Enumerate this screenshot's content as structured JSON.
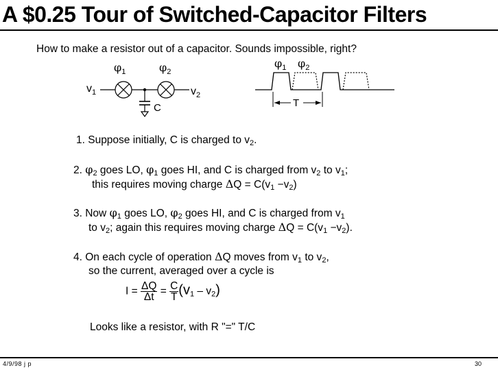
{
  "title": "A $0.25 Tour of Switched-Capacitor Filters",
  "intro": "How to make a resistor out of a capacitor.  Sounds impossible, right?",
  "circuit": {
    "phi_symbol": "φ",
    "phi1_sub": "1",
    "phi2_sub": "2",
    "v1_label": "v",
    "v1_sub": "1",
    "v2_label": "v",
    "v2_sub": "2",
    "cap_label": "C"
  },
  "timing": {
    "phi_symbol": "φ",
    "phi1_sub": "1",
    "phi2_sub": "2",
    "period_label": "T"
  },
  "steps": {
    "s1": {
      "a": "1.  Suppose initially, C is charged to v",
      "b": "2",
      "c": "."
    },
    "s2": {
      "l1": [
        "2.  ",
        "φ",
        "2",
        " goes LO, ",
        "φ",
        "1",
        " goes HI, and C is charged from v",
        "2",
        " to v",
        "1",
        ";"
      ],
      "l2": [
        "this requires moving charge ",
        "Δ",
        "Q = C(v",
        "1",
        " −v",
        "2",
        ")"
      ]
    },
    "s3": {
      "l1": [
        "3.  Now ",
        "φ",
        "1",
        " goes LO, ",
        "φ",
        "2",
        " goes HI, and C is charged from v",
        "1"
      ],
      "l2": [
        "to v",
        "2",
        "; again this requires moving charge ",
        "Δ",
        "Q = C(v",
        "1",
        " −v",
        "2",
        ")."
      ]
    },
    "s4": {
      "l1": [
        "4.  On each cycle of operation ",
        "Δ",
        "Q moves from v",
        "1",
        " to v",
        "2",
        ","
      ],
      "l2": "so the current, averaged over a cycle is"
    }
  },
  "equation": {
    "lhs": "I =",
    "frac1_num": "ΔQ",
    "frac1_den": "Δt",
    "eq2": "=",
    "frac2_num": "C",
    "frac2_den": "T",
    "rhs_open": "(v",
    "rhs_sub1": "1",
    "rhs_mid": " – v",
    "rhs_sub2": "2",
    "rhs_close": ")"
  },
  "conclusion": "Looks like a resistor, with R \"=\" T/C",
  "footer": {
    "left": "4/9/98 j p",
    "right": "30"
  }
}
